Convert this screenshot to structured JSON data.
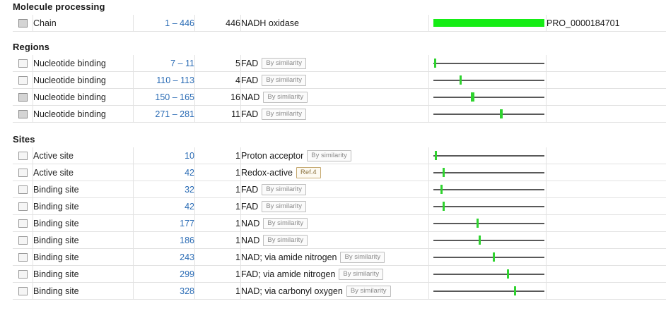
{
  "protein": {
    "length": 446,
    "accent_green": "#15ed15",
    "marker_green": "#2fd32f",
    "link_blue": "#2b6cb5"
  },
  "sections": [
    {
      "id": "molecule-processing",
      "title": "Molecule processing",
      "rows": [
        {
          "feature": "Chain",
          "range": "1 – 446",
          "start": 1,
          "end": 446,
          "length": "446",
          "description": "NADH oxidase",
          "evidence": null,
          "track_type": "bar",
          "identifier": "PRO_0000184701",
          "checkbox_shaded": true
        }
      ]
    },
    {
      "id": "regions",
      "title": "Regions",
      "rows": [
        {
          "feature": "Nucleotide binding",
          "range": "7 – 11",
          "start": 7,
          "end": 11,
          "length": "5",
          "description": "FAD",
          "evidence": "By similarity",
          "track_type": "mark",
          "identifier": "",
          "checkbox_shaded": false
        },
        {
          "feature": "Nucleotide binding",
          "range": "110 – 113",
          "start": 110,
          "end": 113,
          "length": "4",
          "description": "FAD",
          "evidence": "By similarity",
          "track_type": "mark",
          "identifier": "",
          "checkbox_shaded": false
        },
        {
          "feature": "Nucleotide binding",
          "range": "150 – 165",
          "start": 150,
          "end": 165,
          "length": "16",
          "description": "NAD",
          "evidence": "By similarity",
          "track_type": "mark",
          "identifier": "",
          "checkbox_shaded": true
        },
        {
          "feature": "Nucleotide binding",
          "range": "271 – 281",
          "start": 271,
          "end": 281,
          "length": "11",
          "description": "FAD",
          "evidence": "By similarity",
          "track_type": "mark",
          "identifier": "",
          "checkbox_shaded": true
        }
      ]
    },
    {
      "id": "sites",
      "title": "Sites",
      "rows": [
        {
          "feature": "Active site",
          "range": "10",
          "start": 10,
          "end": 10,
          "length": "1",
          "description": "Proton acceptor",
          "evidence": "By similarity",
          "track_type": "mark",
          "identifier": "",
          "checkbox_shaded": false
        },
        {
          "feature": "Active site",
          "range": "42",
          "start": 42,
          "end": 42,
          "length": "1",
          "description": "Redox-active",
          "evidence": "Ref.4",
          "evidence_style": "ref",
          "track_type": "mark",
          "identifier": "",
          "checkbox_shaded": false
        },
        {
          "feature": "Binding site",
          "range": "32",
          "start": 32,
          "end": 32,
          "length": "1",
          "description": "FAD",
          "evidence": "By similarity",
          "track_type": "mark",
          "identifier": "",
          "checkbox_shaded": false
        },
        {
          "feature": "Binding site",
          "range": "42",
          "start": 42,
          "end": 42,
          "length": "1",
          "description": "FAD",
          "evidence": "By similarity",
          "track_type": "mark",
          "identifier": "",
          "checkbox_shaded": false
        },
        {
          "feature": "Binding site",
          "range": "177",
          "start": 177,
          "end": 177,
          "length": "1",
          "description": "NAD",
          "evidence": "By similarity",
          "track_type": "mark",
          "identifier": "",
          "checkbox_shaded": false
        },
        {
          "feature": "Binding site",
          "range": "186",
          "start": 186,
          "end": 186,
          "length": "1",
          "description": "NAD",
          "evidence": "By similarity",
          "track_type": "mark",
          "identifier": "",
          "checkbox_shaded": false
        },
        {
          "feature": "Binding site",
          "range": "243",
          "start": 243,
          "end": 243,
          "length": "1",
          "description": "NAD; via amide nitrogen",
          "evidence": "By similarity",
          "track_type": "mark",
          "identifier": "",
          "checkbox_shaded": false
        },
        {
          "feature": "Binding site",
          "range": "299",
          "start": 299,
          "end": 299,
          "length": "1",
          "description": "FAD; via amide nitrogen",
          "evidence": "By similarity",
          "track_type": "mark",
          "identifier": "",
          "checkbox_shaded": false
        },
        {
          "feature": "Binding site",
          "range": "328",
          "start": 328,
          "end": 328,
          "length": "1",
          "description": "NAD; via carbonyl oxygen",
          "evidence": "By similarity",
          "track_type": "mark",
          "identifier": "",
          "checkbox_shaded": false
        }
      ]
    }
  ]
}
